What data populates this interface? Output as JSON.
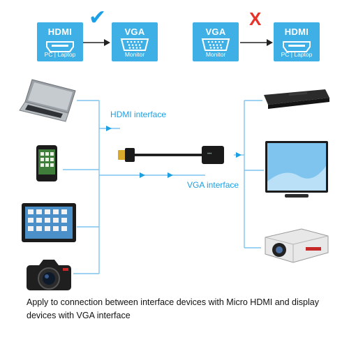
{
  "flow": {
    "left": {
      "source": {
        "title": "HDMI",
        "subtitle": "PC | Laptop",
        "icon": "hdmi-port-icon"
      },
      "target": {
        "title": "VGA",
        "subtitle": "Monitor",
        "icon": "vga-port-icon"
      },
      "status_mark": "✔",
      "status_color": "#1aa0e8",
      "status": "supported"
    },
    "right": {
      "source": {
        "title": "VGA",
        "subtitle": "Monitor",
        "icon": "vga-port-icon"
      },
      "target": {
        "title": "HDMI",
        "subtitle": "PC | Laptop",
        "icon": "hdmi-port-icon"
      },
      "status_mark": "X",
      "status_color": "#e8332a",
      "status": "not supported"
    }
  },
  "source_devices": [
    "laptop",
    "smartphone",
    "tablet",
    "dslr-camera"
  ],
  "display_devices": [
    "blu-ray-player",
    "flat-screen-tv",
    "projector"
  ],
  "labels": {
    "hdmi_interface": "HDMI interface",
    "vga_interface": "VGA interface"
  },
  "caption": "Apply to connection between interface devices with Micro HDMI and display devices with VGA interface",
  "colors": {
    "accent": "#3fb0e6",
    "line": "#7fc4ee",
    "arrow": "#1d9fe0",
    "check": "#1aa0e8",
    "cross": "#e8332a"
  }
}
